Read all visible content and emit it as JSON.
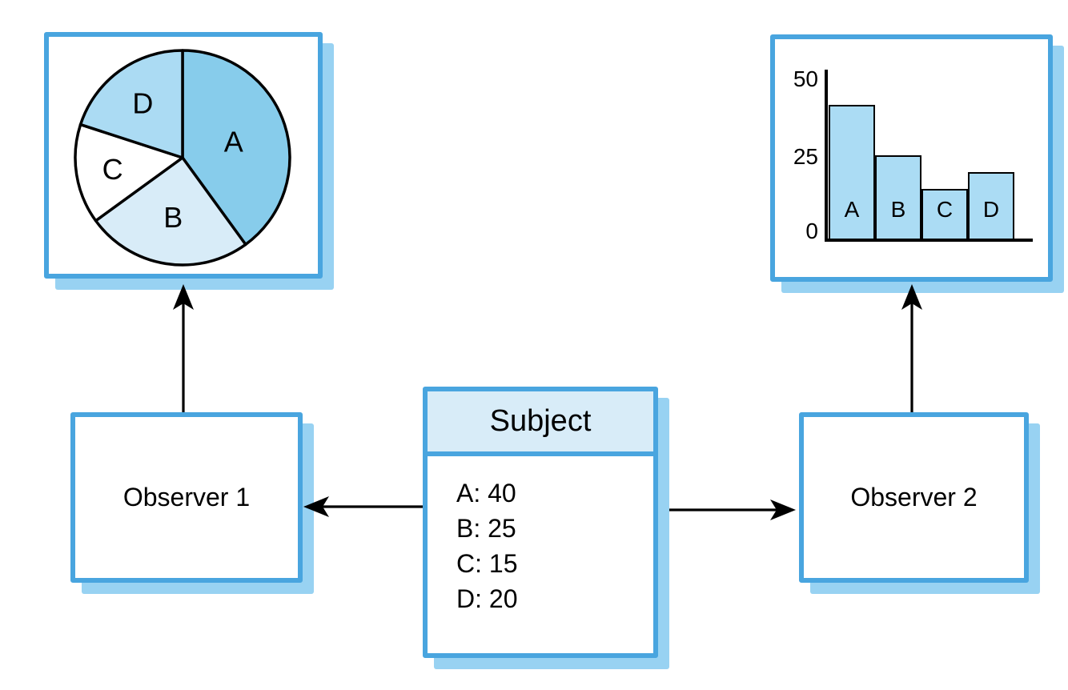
{
  "subject": {
    "title": "Subject",
    "entries": [
      {
        "key": "A",
        "value": "40"
      },
      {
        "key": "B",
        "value": "25"
      },
      {
        "key": "C",
        "value": "15"
      },
      {
        "key": "D",
        "value": "20"
      }
    ]
  },
  "observers": [
    {
      "label": "Observer 1"
    },
    {
      "label": "Observer 2"
    }
  ],
  "chart_data": [
    {
      "type": "pie",
      "categories": [
        "A",
        "B",
        "C",
        "D"
      ],
      "values": [
        40,
        25,
        15,
        20
      ],
      "start_angle_deg": 0,
      "direction": "clockwise",
      "labels_inside": true,
      "slice_colors": [
        "#87CCEB",
        "#D8ECF8",
        "#FFFFFF",
        "#ABDBF3"
      ],
      "outline_color": "#000000"
    },
    {
      "type": "bar",
      "categories": [
        "A",
        "B",
        "C",
        "D"
      ],
      "values": [
        40,
        25,
        15,
        20
      ],
      "ylim": [
        0,
        50
      ],
      "yticks": [
        0,
        25,
        50
      ],
      "grid": false,
      "legend": false,
      "labels_inside": true,
      "bar_color": "#ABDCF4",
      "outline_color": "#000000"
    }
  ],
  "colors": {
    "panel_border": "#49A5DF",
    "panel_shadow": "#98D2F2",
    "subject_header_fill": "#D8ECF8",
    "arrow": "#000000",
    "text": "#000000",
    "background": "#FFFFFF"
  }
}
